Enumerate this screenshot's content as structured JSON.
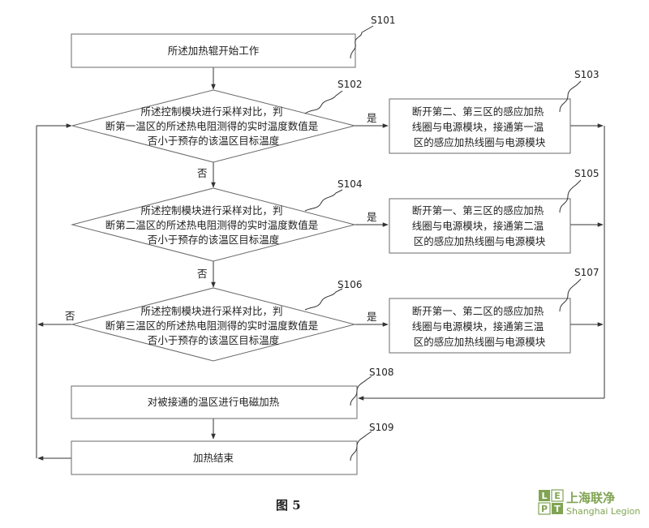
{
  "steps": {
    "s101": {
      "id": "S101",
      "text": "所述加热辊开始工作"
    },
    "s102": {
      "id": "S102",
      "lines": [
        "所述控制模块进行采样对比，判",
        "断第一温区的所述热电阻测得的实时温度数值是",
        "否小于预存的该温区目标温度"
      ]
    },
    "s103": {
      "id": "S103",
      "lines": [
        "断开第二、第三区的感应加热",
        "线圈与电源模块，接通第一温",
        "区的感应加热线圈与电源模块"
      ]
    },
    "s104": {
      "id": "S104",
      "lines": [
        "所述控制模块进行采样对比，判",
        "断第二温区的所述热电阻测得的实时温度数值是",
        "否小于预存的该温区目标温度"
      ]
    },
    "s105": {
      "id": "S105",
      "lines": [
        "断开第一、第三区的感应加热",
        "线圈与电源模块，接通第二温",
        "区的感应加热线圈与电源模块"
      ]
    },
    "s106": {
      "id": "S106",
      "lines": [
        "所述控制模块进行采样对比，判",
        "断第三温区的所述热电阻测得的实时温度数值是",
        "否小于预存的该温区目标温度"
      ]
    },
    "s107": {
      "id": "S107",
      "lines": [
        "断开第一、第二区的感应加热",
        "线圈与电源模块，接通第三温",
        "区的感应加热线圈与电源模块"
      ]
    },
    "s108": {
      "id": "S108",
      "text": "对被接通的温区进行电磁加热"
    },
    "s109": {
      "id": "S109",
      "text": "加热结束"
    }
  },
  "edge_labels": {
    "yes": "是",
    "no": "否"
  },
  "caption": "图 5",
  "watermark": {
    "letters": [
      "L",
      "E",
      "P",
      "T"
    ],
    "cn": "上海联净",
    "en": "Shanghai Legion",
    "color": "#7aa04a"
  }
}
